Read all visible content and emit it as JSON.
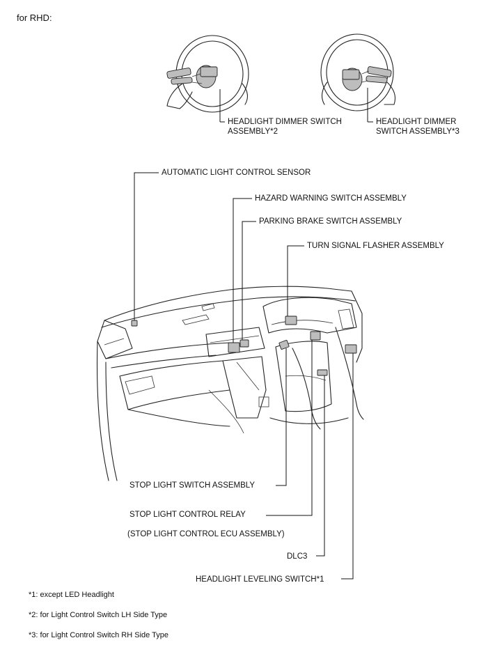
{
  "header": {
    "title": "for RHD:"
  },
  "labels": {
    "dimmer_lh_line1": "HEADLIGHT DIMMER SWITCH",
    "dimmer_lh_line2": "ASSEMBLY*2",
    "dimmer_rh_line1": "HEADLIGHT DIMMER",
    "dimmer_rh_line2": "SWITCH ASSEMBLY*3",
    "auto_light_sensor": "AUTOMATIC LIGHT CONTROL SENSOR",
    "hazard_switch": "HAZARD WARNING SWITCH ASSEMBLY",
    "parking_brake": "PARKING BRAKE SWITCH ASSEMBLY",
    "turn_flasher": "TURN SIGNAL FLASHER ASSEMBLY",
    "stop_light_switch": "STOP LIGHT SWITCH ASSEMBLY",
    "stop_light_relay": "STOP LIGHT CONTROL RELAY",
    "stop_light_ecu": "(STOP LIGHT CONTROL ECU ASSEMBLY)",
    "dlc3": "DLC3",
    "leveling_switch": "HEADLIGHT LEVELING SWITCH*1"
  },
  "footnotes": [
    "*1: except LED Headlight",
    "*2: for Light Control Switch LH Side Type",
    "*3: for Light Control Switch RH Side Type"
  ]
}
